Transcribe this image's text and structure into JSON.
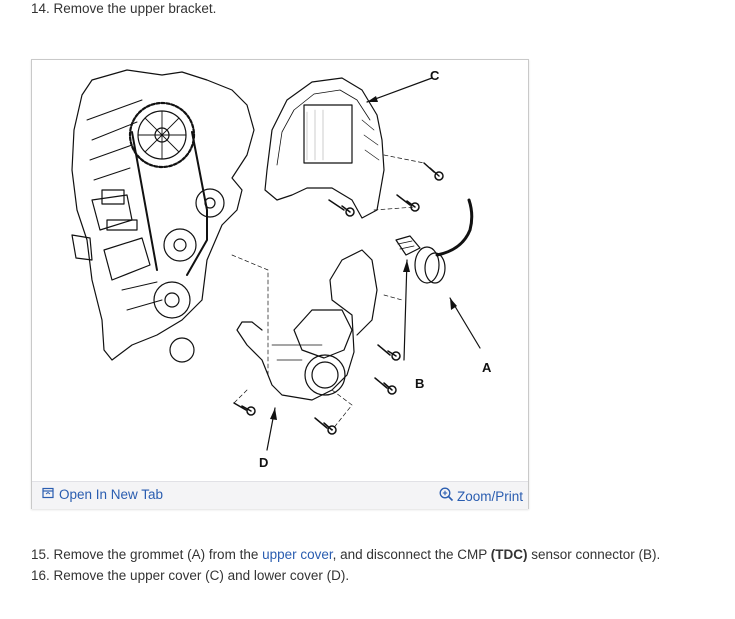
{
  "steps": {
    "s14": "14. Remove the upper bracket.",
    "s15_pre": "15. Remove the grommet (A) from the ",
    "s15_link": "upper cover",
    "s15_mid": ", and disconnect the CMP ",
    "s15_bold": "(TDC)",
    "s15_post": " sensor connector (B).",
    "s16": "16. Remove the upper cover (C) and lower cover (D)."
  },
  "figure": {
    "callouts": {
      "a": "A",
      "b": "B",
      "c": "C",
      "d": "D"
    },
    "open_tab_label": "Open In New Tab",
    "zoom_label": "Zoom/Print",
    "icons": {
      "open": "open-new-tab-icon",
      "zoom": "zoom-in-icon"
    }
  },
  "colors": {
    "link": "#2a5db0",
    "footer_bg": "#f4f4f6",
    "text": "#333333"
  }
}
